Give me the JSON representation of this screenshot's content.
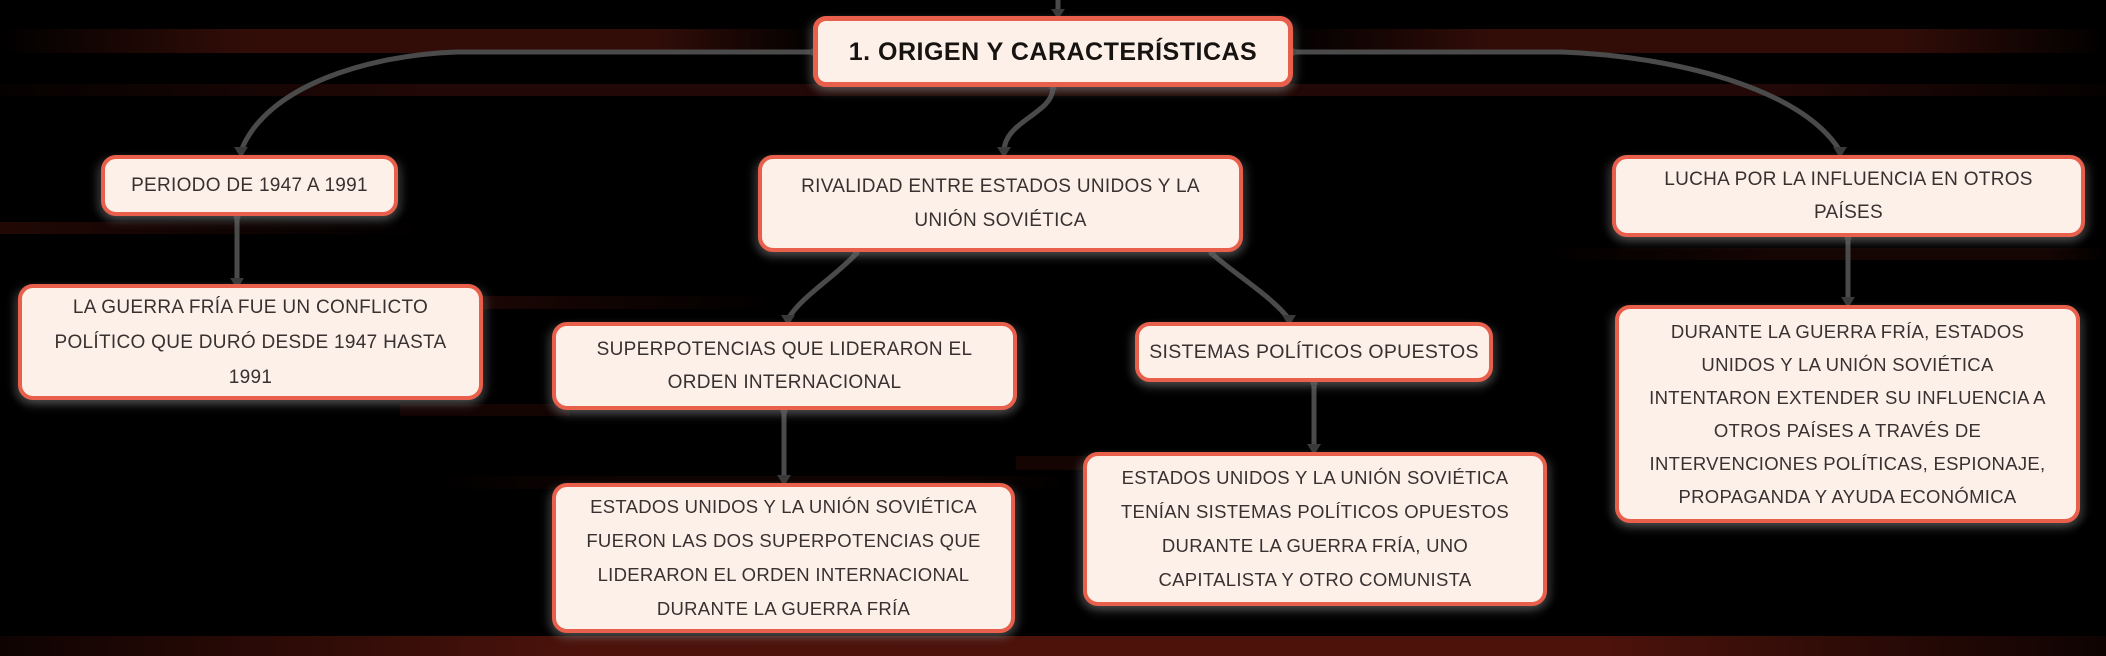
{
  "diagram": {
    "type": "concept-map",
    "language": "es",
    "title_node": {
      "label": "1. ORIGEN Y CARACTERÍSTICAS"
    },
    "nodes": {
      "periodo": {
        "label": "PERIODO DE 1947 A 1991"
      },
      "rivalidad": {
        "label": "RIVALIDAD ENTRE ESTADOS UNIDOS Y LA UNIÓN SOVIÉTICA"
      },
      "lucha": {
        "label": "LUCHA POR LA INFLUENCIA EN OTROS PAÍSES"
      },
      "guerra_fria": {
        "label": "LA GUERRA FRÍA FUE UN CONFLICTO POLÍTICO QUE DURÓ DESDE 1947 HASTA 1991"
      },
      "superpotencias": {
        "label": "SUPERPOTENCIAS QUE LIDERARON EL ORDEN INTERNACIONAL"
      },
      "sistemas": {
        "label": "SISTEMAS POLÍTICOS OPUESTOS"
      },
      "estados_fueron": {
        "label": "ESTADOS UNIDOS Y LA UNIÓN SOVIÉTICA FUERON LAS DOS SUPERPOTENCIAS QUE LIDERARON EL ORDEN INTERNACIONAL DURANTE LA GUERRA FRÍA"
      },
      "estados_tenian": {
        "label": "ESTADOS UNIDOS Y LA UNIÓN SOVIÉTICA TENÍAN SISTEMAS POLÍTICOS OPUESTOS DURANTE LA GUERRA FRÍA, UNO CAPITALISTA Y OTRO COMUNISTA"
      },
      "durante": {
        "label": "DURANTE LA GUERRA FRÍA, ESTADOS UNIDOS Y LA UNIÓN SOVIÉTICA INTENTARON EXTENDER SU INFLUENCIA A OTROS PAÍSES A TRAVÉS DE INTERVENCIONES POLÍTICAS, ESPIONAJE, PROPAGANDA Y AYUDA ECONÓMICA"
      }
    },
    "edges": [
      [
        "title",
        "periodo"
      ],
      [
        "title",
        "rivalidad"
      ],
      [
        "title",
        "lucha"
      ],
      [
        "periodo",
        "guerra_fria"
      ],
      [
        "rivalidad",
        "superpotencias"
      ],
      [
        "rivalidad",
        "sistemas"
      ],
      [
        "superpotencias",
        "estados_fueron"
      ],
      [
        "sistemas",
        "estados_tenian"
      ],
      [
        "lucha",
        "durante"
      ]
    ],
    "colors": {
      "background": "#000000",
      "node_fill": "#fdf0e9",
      "node_border": "#e8604b",
      "connector": "#4a4a4a",
      "text": "#383130",
      "title_text": "#171310"
    }
  }
}
